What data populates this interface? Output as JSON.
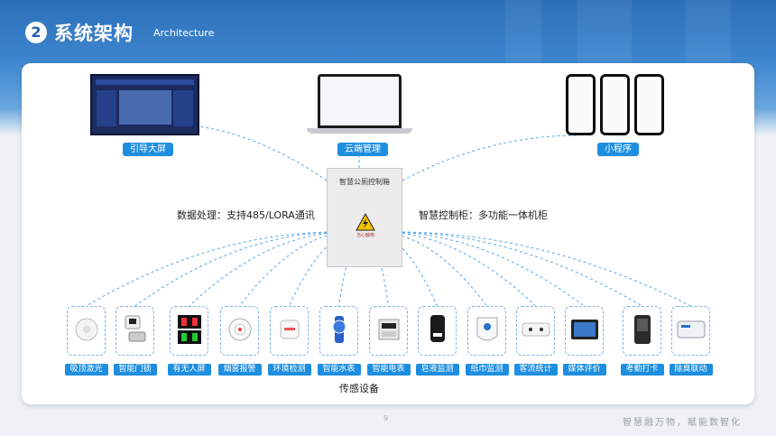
{
  "header": {
    "number": "2",
    "title": "系统架构",
    "subtitle": "Architecture"
  },
  "top_nodes": {
    "screen_label": "引导大屏",
    "cloud_label": "云端管理",
    "mini_label": "小程序"
  },
  "center": {
    "cabinet_title": "智慧公厕控制箱",
    "cabinet_sign": "当心触电",
    "left_text": "数据处理：支持485/LORA通讯",
    "right_text": "智慧控制柜：多功能一体机柜"
  },
  "devices": [
    {
      "label": "吸顶激光",
      "icon": "ceiling-laser-icon"
    },
    {
      "label": "智能门锁",
      "icon": "smart-lock-icon"
    },
    {
      "label": "有无人屏",
      "icon": "occupancy-screen-icon"
    },
    {
      "label": "烟雾报警",
      "icon": "smoke-alarm-icon"
    },
    {
      "label": "环境检测",
      "icon": "environment-sensor-icon"
    },
    {
      "label": "智能水表",
      "icon": "water-meter-icon"
    },
    {
      "label": "智能电表",
      "icon": "electric-meter-icon"
    },
    {
      "label": "皂液监测",
      "icon": "soap-dispenser-icon"
    },
    {
      "label": "纸巾监测",
      "icon": "tissue-dispenser-icon"
    },
    {
      "label": "客流统计",
      "icon": "people-counter-icon"
    },
    {
      "label": "媒体评价",
      "icon": "rating-panel-icon"
    },
    {
      "label": "考勤打卡",
      "icon": "attendance-terminal-icon"
    },
    {
      "label": "除臭联动",
      "icon": "deodorizer-icon"
    }
  ],
  "sensor_caption": "传感设备",
  "footer": {
    "page": "9",
    "slogan": "智慧融万物，赋能数智化"
  },
  "colors": {
    "accent": "#1e8ee0",
    "header": "#2d6fb8",
    "link": "#5aa8e6"
  }
}
